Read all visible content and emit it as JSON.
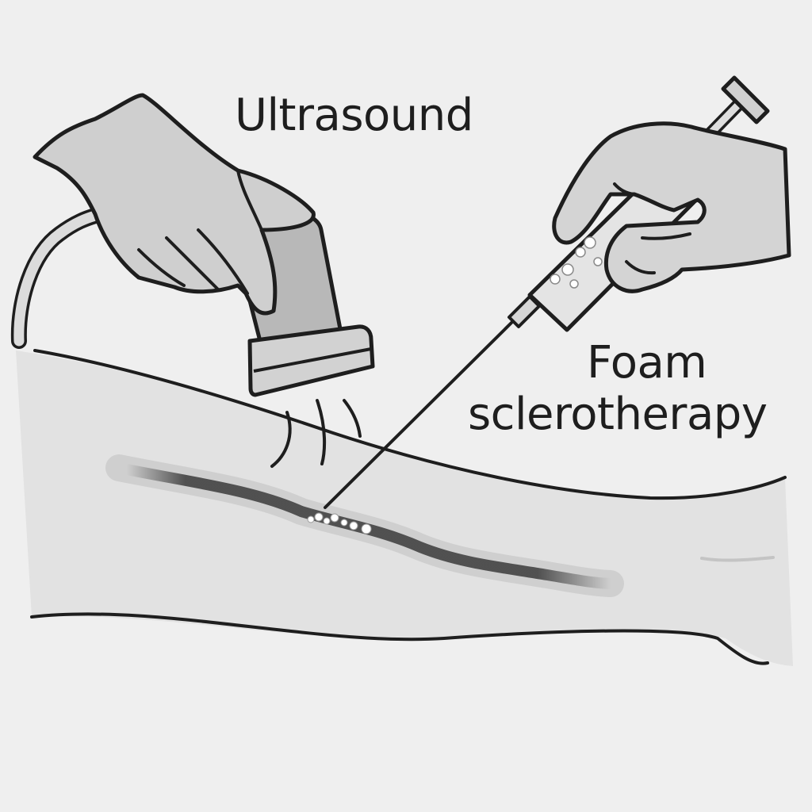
{
  "labels": {
    "ultrasound": "Ultrasound",
    "foam_line1": "Foam",
    "foam_line2": "sclerotherapy"
  },
  "colors": {
    "background": "#efefef",
    "outline": "#1e1e1e",
    "skin": "#e2e2e2",
    "glove": "#cfcfcf",
    "probe": "#b8b8b8",
    "vein": "#4a4a4a",
    "foam": "#ffffff"
  },
  "icons": [
    "ultrasound-probe-icon",
    "syringe-icon",
    "gloved-hand-icon",
    "foam-bubble-icon"
  ]
}
